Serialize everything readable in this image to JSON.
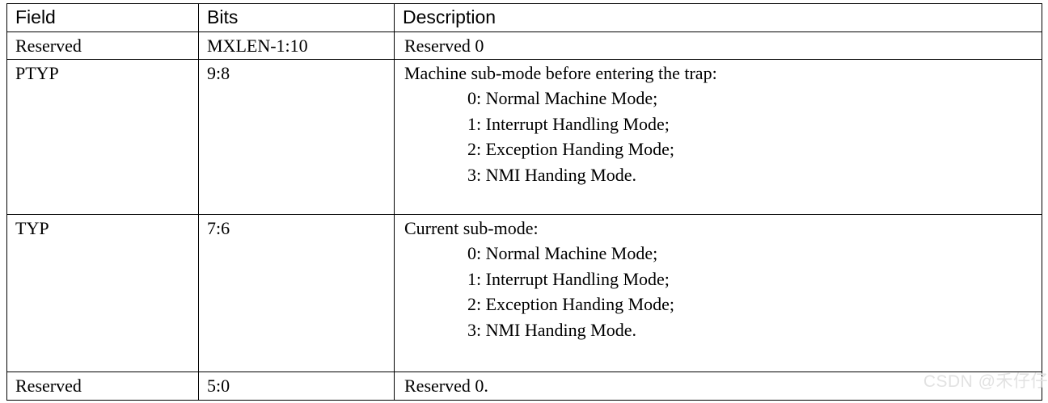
{
  "table": {
    "headers": [
      {
        "label": "Field"
      },
      {
        "label": "Bits"
      },
      {
        "label": "Description"
      }
    ],
    "rows": [
      {
        "field": "Reserved",
        "bits": "MXLEN-1:10",
        "description_lead": "Reserved 0",
        "description_items": []
      },
      {
        "field": "PTYP",
        "bits": "9:8",
        "description_lead": "Machine sub-mode before entering the trap:",
        "description_items": [
          "0: Normal Machine Mode;",
          "1: Interrupt Handling Mode;",
          "2: Exception Handing Mode;",
          "3: NMI Handing Mode."
        ]
      },
      {
        "field": "TYP",
        "bits": "7:6",
        "description_lead": "Current sub-mode:",
        "description_items": [
          "0: Normal Machine Mode;",
          "1: Interrupt Handling Mode;",
          "2: Exception Handing Mode;",
          "3: NMI Handing Mode."
        ]
      },
      {
        "field": "Reserved",
        "bits": "5:0",
        "description_lead": "Reserved 0.",
        "description_items": []
      }
    ]
  },
  "watermark": {
    "text": "CSDN @禾仔仔",
    "color": "#e2e2e2"
  },
  "colors": {
    "background": "#ffffff",
    "text": "#000000",
    "border": "#000000"
  }
}
